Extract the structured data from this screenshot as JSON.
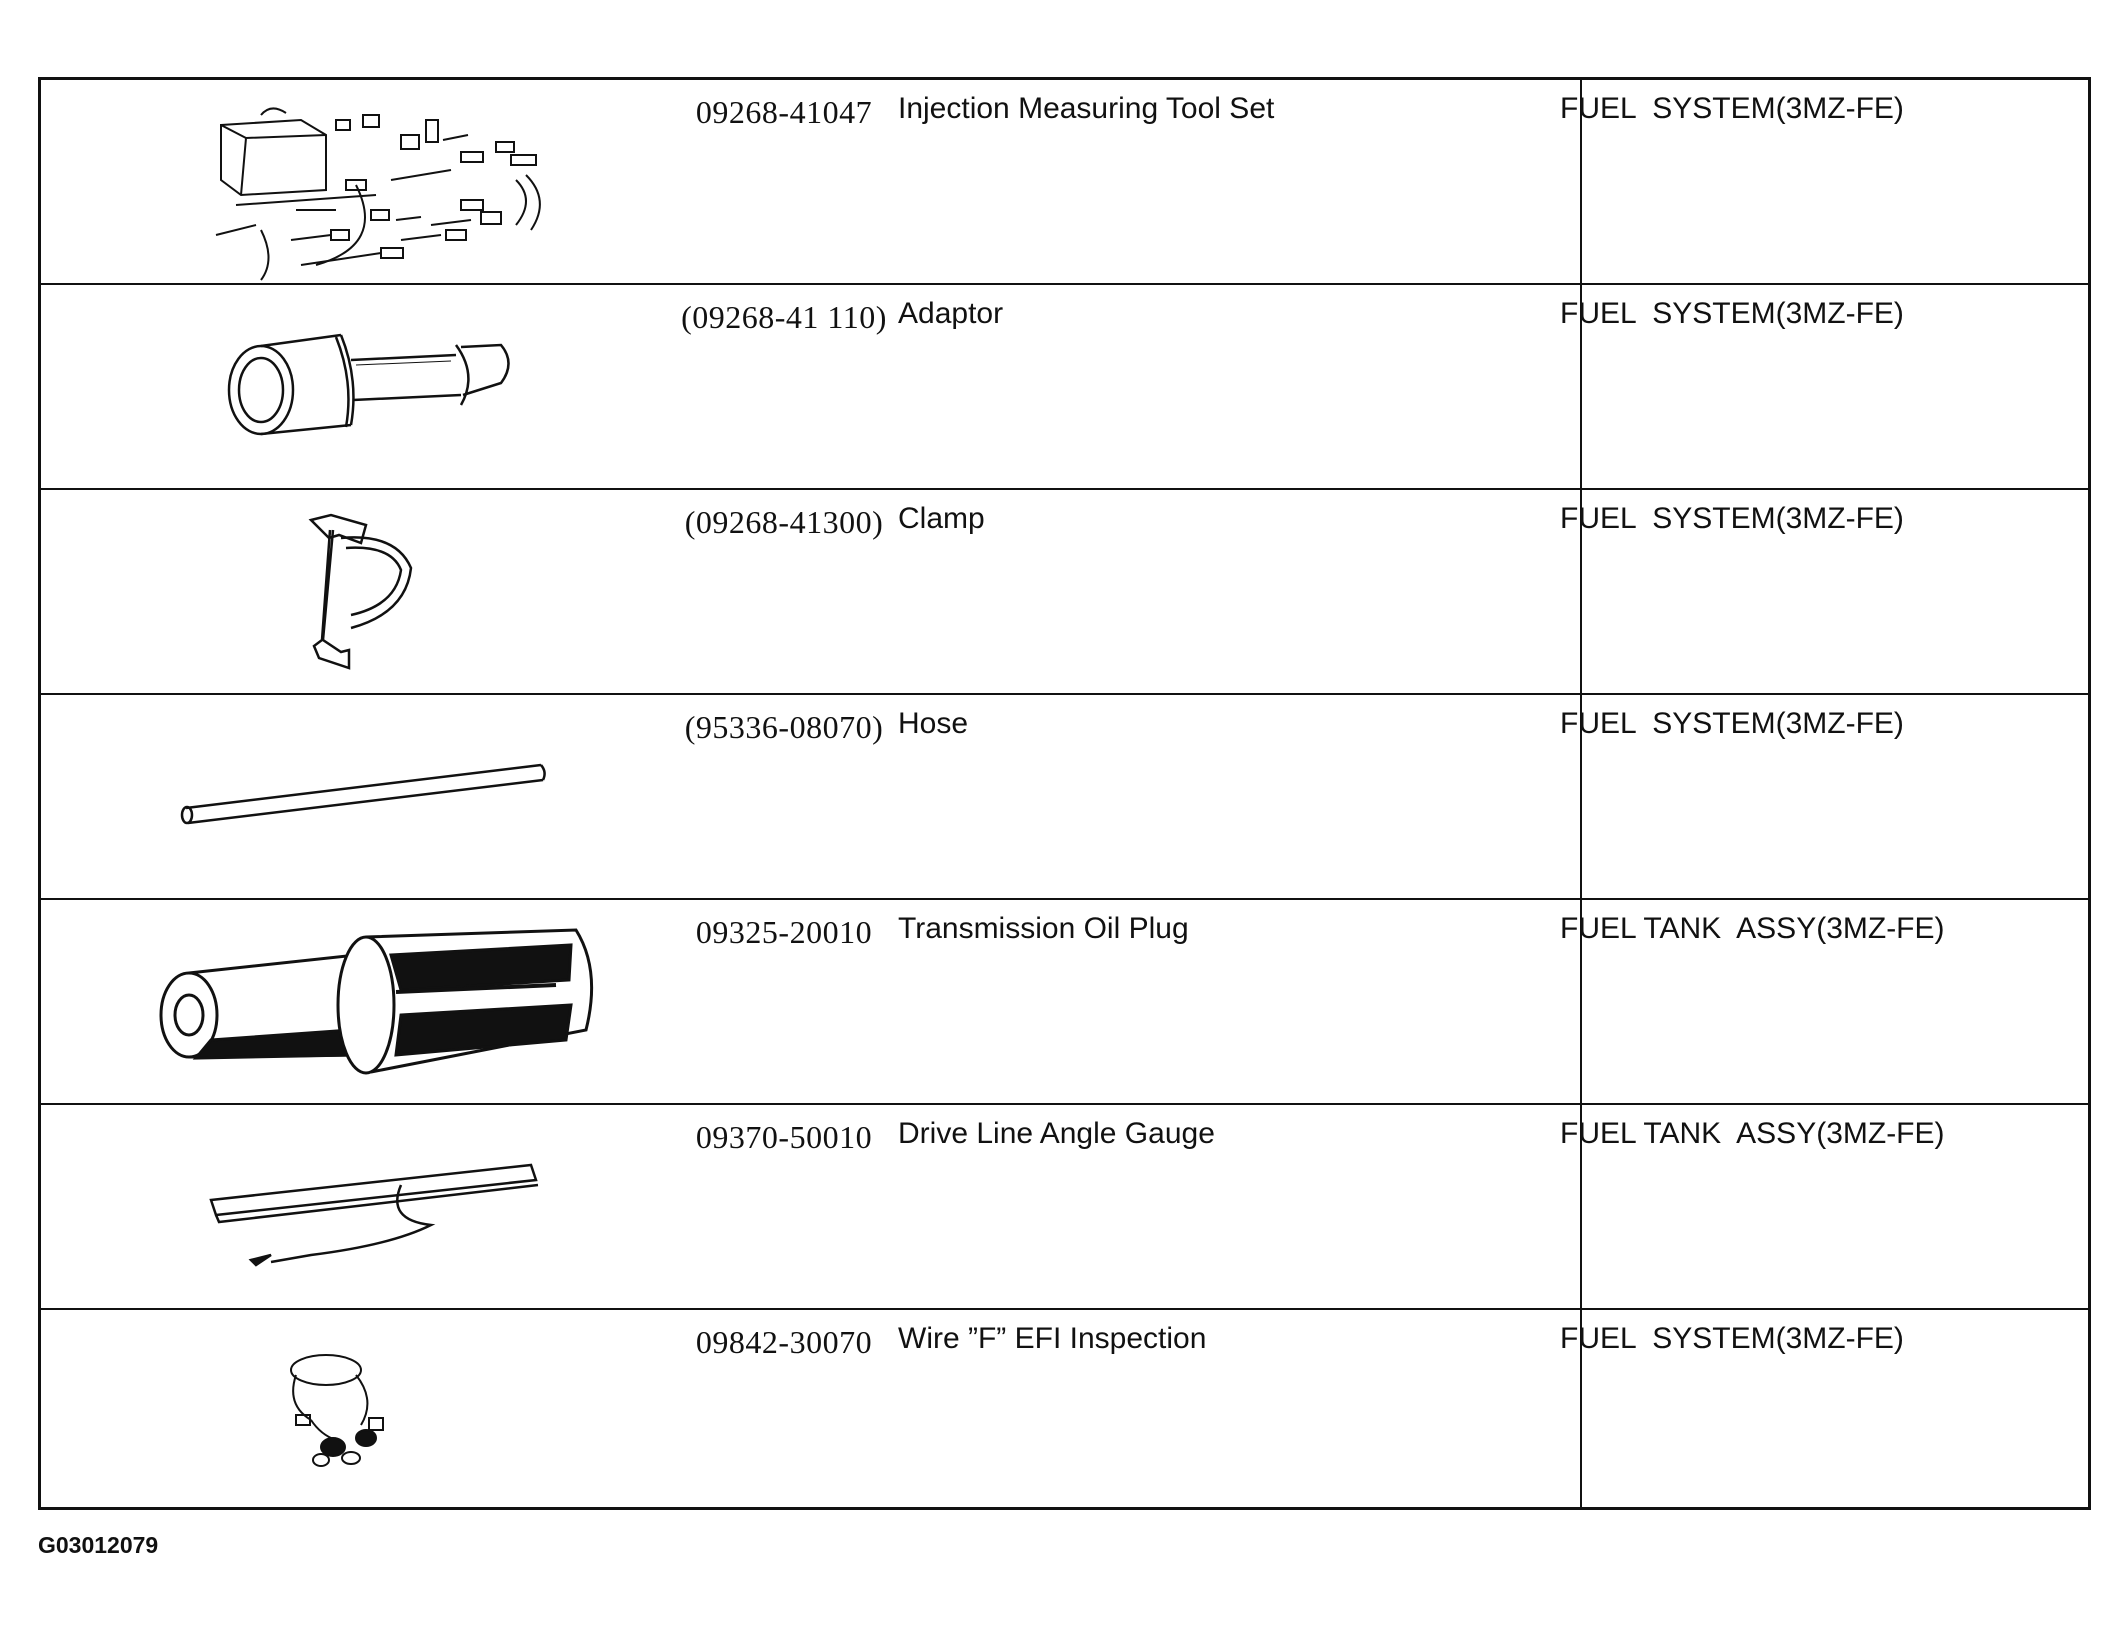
{
  "rows": [
    {
      "part_no": "09268-41047",
      "part_name": "Injection Measuring Tool Set",
      "system": "FUEL  SYSTEM(3MZ-FE)",
      "illustration": "tool-set-icon"
    },
    {
      "part_no": "(09268-41 110)",
      "part_name": "Adaptor",
      "system": "FUEL  SYSTEM(3MZ-FE)",
      "illustration": "adaptor-icon"
    },
    {
      "part_no": "(09268-41300)",
      "part_name": "Clamp",
      "system": "FUEL  SYSTEM(3MZ-FE)",
      "illustration": "clamp-icon"
    },
    {
      "part_no": "(95336-08070)",
      "part_name": "Hose",
      "system": "FUEL  SYSTEM(3MZ-FE)",
      "illustration": "hose-icon"
    },
    {
      "part_no": "09325-20010",
      "part_name": "Transmission Oil Plug",
      "system": "FUEL TANK  ASSY(3MZ-FE)",
      "illustration": "oil-plug-icon"
    },
    {
      "part_no": "09370-50010",
      "part_name": "Drive Line Angle Gauge",
      "system": "FUEL TANK  ASSY(3MZ-FE)",
      "illustration": "angle-gauge-icon"
    },
    {
      "part_no": "09842-30070",
      "part_name": "Wire ”F” EFI Inspection",
      "system": "FUEL  SYSTEM(3MZ-FE)",
      "illustration": "wire-icon"
    }
  ],
  "figure_code": "G03012079"
}
